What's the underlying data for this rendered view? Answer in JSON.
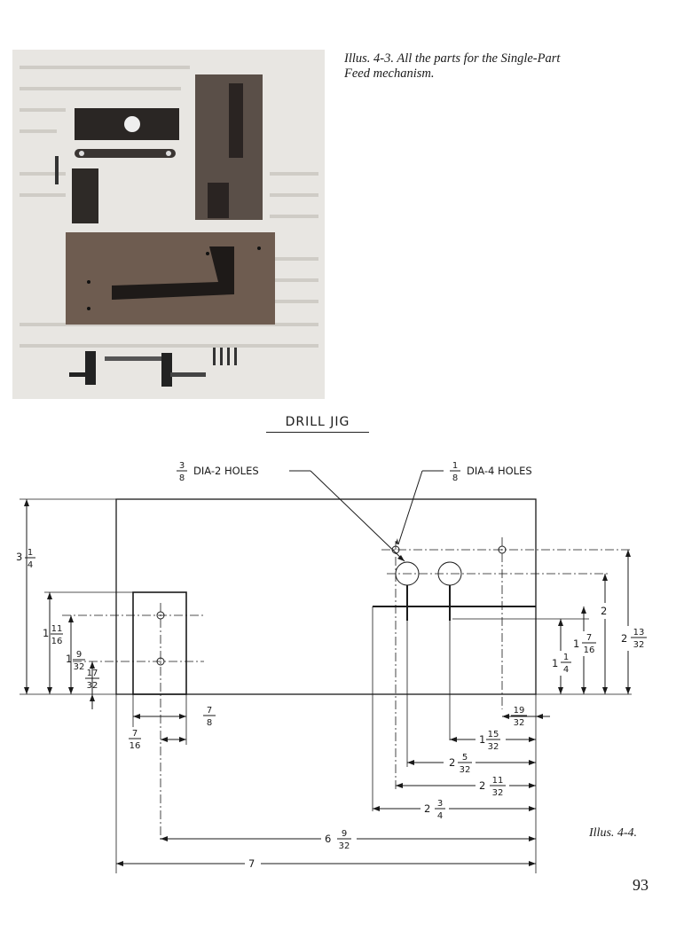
{
  "figure_caption": "Illus. 4-3. All the parts for the Single-Part Feed mechanism.",
  "drawing_title": "DRILL JIG",
  "notes": {
    "large_holes": {
      "num": "3",
      "den": "8",
      "text": "DIA-2 HOLES"
    },
    "small_holes": {
      "num": "1",
      "den": "8",
      "text": "DIA-4 HOLES"
    }
  },
  "dimensions": {
    "height_total": {
      "whole": "3",
      "num": "1",
      "den": "4"
    },
    "block_height": {
      "whole": "1",
      "num": "11",
      "den": "16"
    },
    "upper_hole": {
      "whole": "1",
      "num": "9",
      "den": "32"
    },
    "lower_hole": {
      "whole": "",
      "num": "17",
      "den": "32"
    },
    "block_width": {
      "whole": "",
      "num": "7",
      "den": "8"
    },
    "hole_offset_x": {
      "whole": "",
      "num": "7",
      "den": "16"
    },
    "right_edge_hole": {
      "whole": "",
      "num": "19",
      "den": "32"
    },
    "r_1_15_32": {
      "whole": "1",
      "num": "15",
      "den": "32"
    },
    "r_2_5_32": {
      "whole": "2",
      "num": "5",
      "den": "32"
    },
    "r_2_11_32": {
      "whole": "2",
      "num": "11",
      "den": "32"
    },
    "r_2_3_4": {
      "whole": "2",
      "num": "3",
      "den": "4"
    },
    "left_hole_to_right": {
      "whole": "6",
      "num": "9",
      "den": "32"
    },
    "total_length": {
      "whole": "7",
      "num": "",
      "den": ""
    },
    "right_2": {
      "whole": "2",
      "num": "",
      "den": ""
    },
    "right_1_7_16": {
      "whole": "1",
      "num": "7",
      "den": "16"
    },
    "right_1_1_4": {
      "whole": "1",
      "num": "1",
      "den": "4"
    },
    "right_2_13_32": {
      "whole": "2",
      "num": "13",
      "den": "32"
    }
  },
  "illustration_label": "Illus. 4-4.",
  "page_number": "93"
}
